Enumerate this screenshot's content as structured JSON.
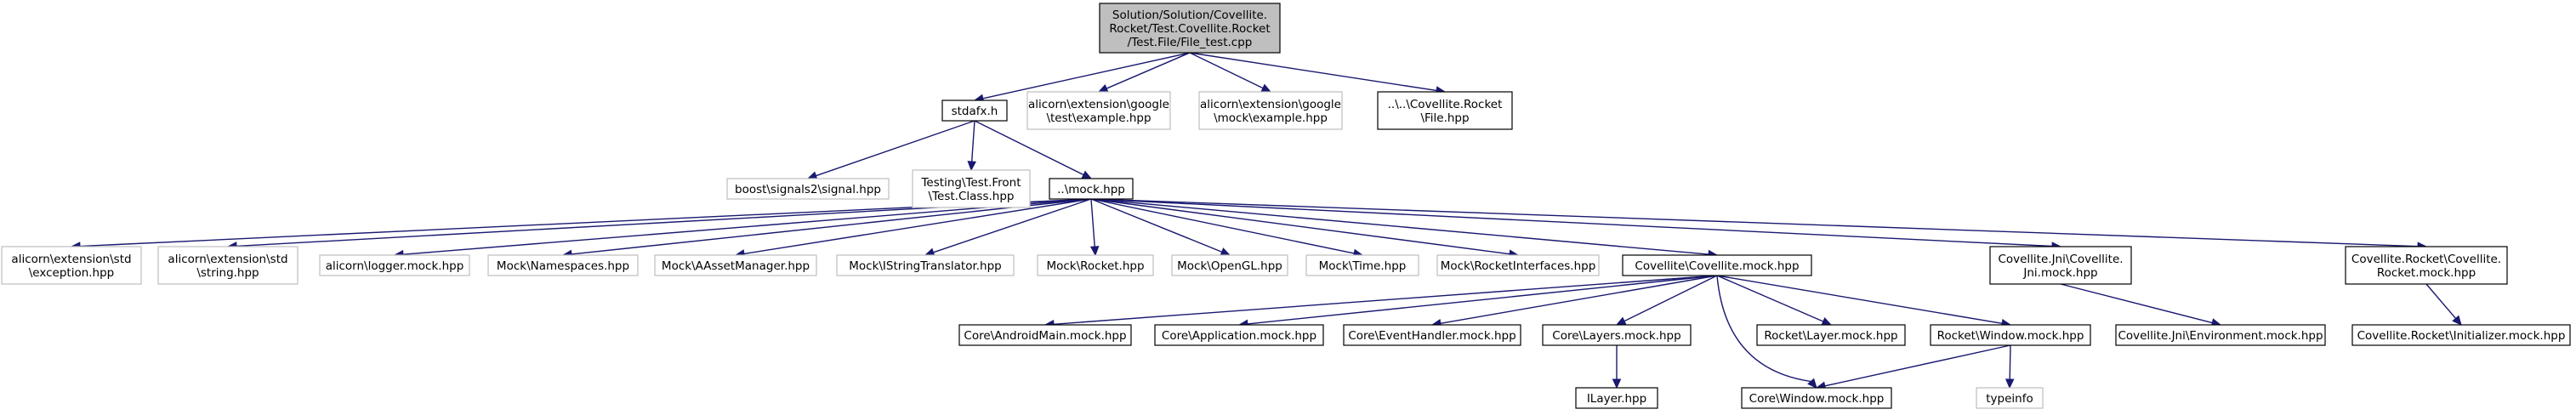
{
  "colors": {
    "edge": "#191970",
    "root_fill": "#bfbfbf",
    "node_border": "#000000",
    "external_border": "#bfbfbf"
  },
  "nodes": {
    "root": {
      "lines": [
        "Solution/Solution/Covellite.",
        "Rocket/Test.Covellite.Rocket",
        "/Test.File/File_test.cpp"
      ]
    },
    "stdafx": {
      "lines": [
        "stdafx.h"
      ]
    },
    "google_test": {
      "lines": [
        "alicorn\\extension\\google",
        "\\test\\example.hpp"
      ]
    },
    "google_mock": {
      "lines": [
        "alicorn\\extension\\google",
        "\\mock\\example.hpp"
      ]
    },
    "file_hpp": {
      "lines": [
        "..\\..\\Covellite.Rocket",
        "\\File.hpp"
      ]
    },
    "signal": {
      "lines": [
        "boost\\signals2\\signal.hpp"
      ]
    },
    "testclass": {
      "lines": [
        "Testing\\Test.Front",
        "\\Test.Class.hpp"
      ]
    },
    "mock": {
      "lines": [
        "..\\mock.hpp"
      ]
    },
    "exception": {
      "lines": [
        "alicorn\\extension\\std",
        "\\exception.hpp"
      ]
    },
    "string": {
      "lines": [
        "alicorn\\extension\\std",
        "\\string.hpp"
      ]
    },
    "logger": {
      "lines": [
        "alicorn\\logger.mock.hpp"
      ]
    },
    "namespaces": {
      "lines": [
        "Mock\\Namespaces.hpp"
      ]
    },
    "aasset": {
      "lines": [
        "Mock\\AAssetManager.hpp"
      ]
    },
    "istring": {
      "lines": [
        "Mock\\IStringTranslator.hpp"
      ]
    },
    "rocket": {
      "lines": [
        "Mock\\Rocket.hpp"
      ]
    },
    "opengl": {
      "lines": [
        "Mock\\OpenGL.hpp"
      ]
    },
    "time": {
      "lines": [
        "Mock\\Time.hpp"
      ]
    },
    "rocketif": {
      "lines": [
        "Mock\\RocketInterfaces.hpp"
      ]
    },
    "covmock": {
      "lines": [
        "Covellite\\Covellite.mock.hpp"
      ]
    },
    "jnimock": {
      "lines": [
        "Covellite.Jni\\Covellite.",
        "Jni.mock.hpp"
      ]
    },
    "rocketmock": {
      "lines": [
        "Covellite.Rocket\\Covellite.",
        "Rocket.mock.hpp"
      ]
    },
    "androidmain": {
      "lines": [
        "Core\\AndroidMain.mock.hpp"
      ]
    },
    "application": {
      "lines": [
        "Core\\Application.mock.hpp"
      ]
    },
    "eventhandler": {
      "lines": [
        "Core\\EventHandler.mock.hpp"
      ]
    },
    "layers": {
      "lines": [
        "Core\\Layers.mock.hpp"
      ]
    },
    "rlayer": {
      "lines": [
        "Rocket\\Layer.mock.hpp"
      ]
    },
    "rwindow": {
      "lines": [
        "Rocket\\Window.mock.hpp"
      ]
    },
    "jnienv": {
      "lines": [
        "Covellite.Jni\\Environment.mock.hpp"
      ]
    },
    "initializer": {
      "lines": [
        "Covellite.Rocket\\Initializer.mock.hpp"
      ]
    },
    "ilayer": {
      "lines": [
        "ILayer.hpp"
      ]
    },
    "corewindow": {
      "lines": [
        "Core\\Window.mock.hpp"
      ]
    },
    "typeinfo": {
      "lines": [
        "typeinfo"
      ]
    }
  },
  "edges": [
    [
      "root",
      "stdafx"
    ],
    [
      "root",
      "google_test"
    ],
    [
      "root",
      "google_mock"
    ],
    [
      "root",
      "file_hpp"
    ],
    [
      "stdafx",
      "signal"
    ],
    [
      "stdafx",
      "testclass"
    ],
    [
      "stdafx",
      "mock"
    ],
    [
      "mock",
      "exception"
    ],
    [
      "mock",
      "string"
    ],
    [
      "mock",
      "logger"
    ],
    [
      "mock",
      "namespaces"
    ],
    [
      "mock",
      "aasset"
    ],
    [
      "mock",
      "istring"
    ],
    [
      "mock",
      "rocket"
    ],
    [
      "mock",
      "opengl"
    ],
    [
      "mock",
      "time"
    ],
    [
      "mock",
      "rocketif"
    ],
    [
      "mock",
      "covmock"
    ],
    [
      "mock",
      "jnimock"
    ],
    [
      "mock",
      "rocketmock"
    ],
    [
      "covmock",
      "androidmain"
    ],
    [
      "covmock",
      "application"
    ],
    [
      "covmock",
      "eventhandler"
    ],
    [
      "covmock",
      "layers"
    ],
    [
      "covmock",
      "rlayer"
    ],
    [
      "covmock",
      "rwindow"
    ],
    [
      "covmock",
      "corewindow"
    ],
    [
      "layers",
      "ilayer"
    ],
    [
      "rwindow",
      "corewindow"
    ],
    [
      "rwindow",
      "typeinfo"
    ],
    [
      "jnimock",
      "jnienv"
    ],
    [
      "rocketmock",
      "initializer"
    ]
  ]
}
